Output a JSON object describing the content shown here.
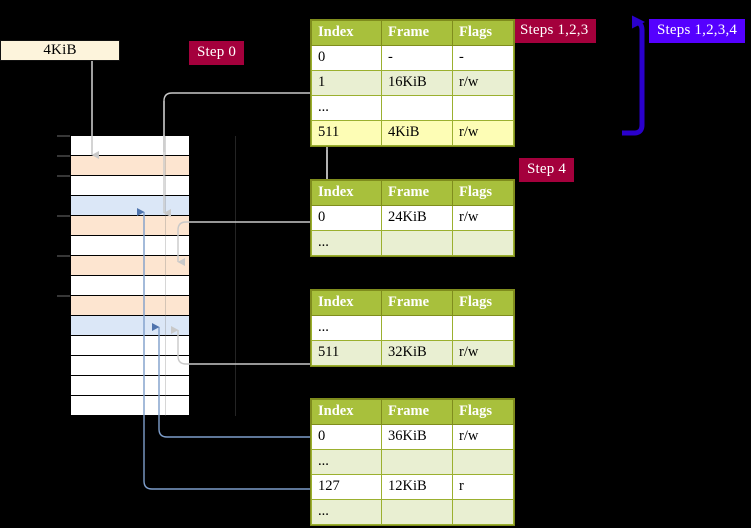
{
  "diagram": {
    "title": "multi-level-page-table-walk",
    "frame_box": {
      "label": "4KiB"
    },
    "badges": [
      {
        "name": "step-0",
        "label": "Step 0",
        "color": "#a4003c"
      },
      {
        "name": "steps-123",
        "label": "Steps 1,2,3",
        "color": "#a4003c"
      },
      {
        "name": "steps-1234",
        "label": "Steps 1,2,3,4",
        "color": "#5500ff"
      },
      {
        "name": "step-4",
        "label": "Step 4",
        "color": "#a4003c"
      }
    ],
    "colors": {
      "table_header": "#a8c03c",
      "table_alt_row": "#e9efd2",
      "table_highlight_row": "#fdfdb5",
      "frame_box_fill": "#fdf4dc",
      "memory_peach": "#fde5d0",
      "memory_blue": "#dbe7f7",
      "memory_white": "#ffffff",
      "arrow_blue": "#2a00cc",
      "connector_gray": "#c8c8c8",
      "connector_blue": "#7e9ecb",
      "badge_red": "#a4003c",
      "badge_blue": "#5500ff",
      "background": "#000000"
    },
    "memory": {
      "name": "physical-memory-column",
      "rows": [
        {
          "fill": "white"
        },
        {
          "fill": "peach"
        },
        {
          "fill": "white"
        },
        {
          "fill": "blue"
        },
        {
          "fill": "peach"
        },
        {
          "fill": "white"
        },
        {
          "fill": "peach"
        },
        {
          "fill": "white"
        },
        {
          "fill": "peach"
        },
        {
          "fill": "blue"
        },
        {
          "fill": "white"
        },
        {
          "fill": "white"
        },
        {
          "fill": "white"
        },
        {
          "fill": "white"
        }
      ]
    },
    "tables": [
      {
        "name": "page-table-level-4",
        "headers": [
          "Index",
          "Frame",
          "Flags"
        ],
        "rows": [
          {
            "style": "plain",
            "cells": [
              "0",
              "-",
              "-"
            ]
          },
          {
            "style": "alt",
            "cells": [
              "1",
              "16KiB",
              "r/w"
            ]
          },
          {
            "style": "plain",
            "cells": [
              "...",
              "",
              ""
            ]
          },
          {
            "style": "highlight",
            "cells": [
              "511",
              "4KiB",
              "r/w"
            ]
          }
        ]
      },
      {
        "name": "page-table-level-3",
        "headers": [
          "Index",
          "Frame",
          "Flags"
        ],
        "rows": [
          {
            "style": "plain",
            "cells": [
              "0",
              "24KiB",
              "r/w"
            ]
          },
          {
            "style": "alt",
            "cells": [
              "...",
              "",
              ""
            ]
          }
        ]
      },
      {
        "name": "page-table-level-2",
        "headers": [
          "Index",
          "Frame",
          "Flags"
        ],
        "rows": [
          {
            "style": "plain",
            "cells": [
              "...",
              "",
              ""
            ]
          },
          {
            "style": "alt",
            "cells": [
              "511",
              "32KiB",
              "r/w"
            ]
          }
        ]
      },
      {
        "name": "page-table-level-1",
        "headers": [
          "Index",
          "Frame",
          "Flags"
        ],
        "rows": [
          {
            "style": "plain",
            "cells": [
              "0",
              "36KiB",
              "r/w"
            ]
          },
          {
            "style": "alt",
            "cells": [
              "...",
              "",
              ""
            ]
          },
          {
            "style": "plain",
            "cells": [
              "127",
              "12KiB",
              "r"
            ]
          },
          {
            "style": "alt",
            "cells": [
              "...",
              "",
              ""
            ]
          }
        ]
      }
    ]
  }
}
